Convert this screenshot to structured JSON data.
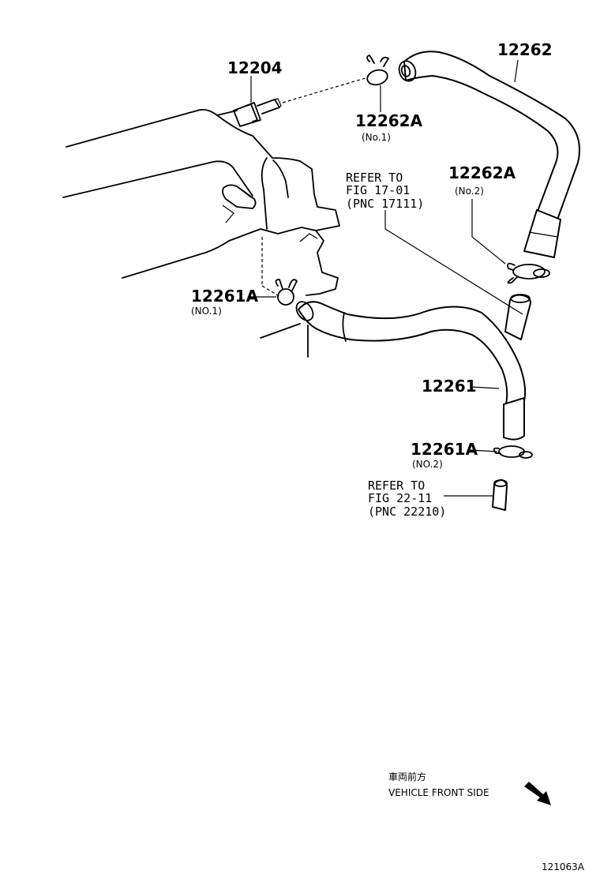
{
  "parts": {
    "p12204": "12204",
    "p12262": "12262",
    "p12262a_no1": "12262A",
    "p12262a_no1_sub": "(No.1)",
    "p12262a_no2": "12262A",
    "p12262a_no2_sub": "(No.2)",
    "p12261a_no1": "12261A",
    "p12261a_no1_sub": "(NO.1)",
    "p12261": "12261",
    "p12261a_no2": "12261A",
    "p12261a_no2_sub": "(NO.2)"
  },
  "refs": {
    "ref1_line1": "REFER TO",
    "ref1_line2": "FIG 17-01",
    "ref1_line3": "(PNC 17111)",
    "ref2_line1": "REFER TO",
    "ref2_line2": "FIG 22-11",
    "ref2_line3": "(PNC 22210)"
  },
  "orientation": {
    "japanese": "車両前方",
    "english": "VEHICLE FRONT SIDE",
    "arrow_icon": "arrow-down-right-icon"
  },
  "figure_id": "121063A"
}
